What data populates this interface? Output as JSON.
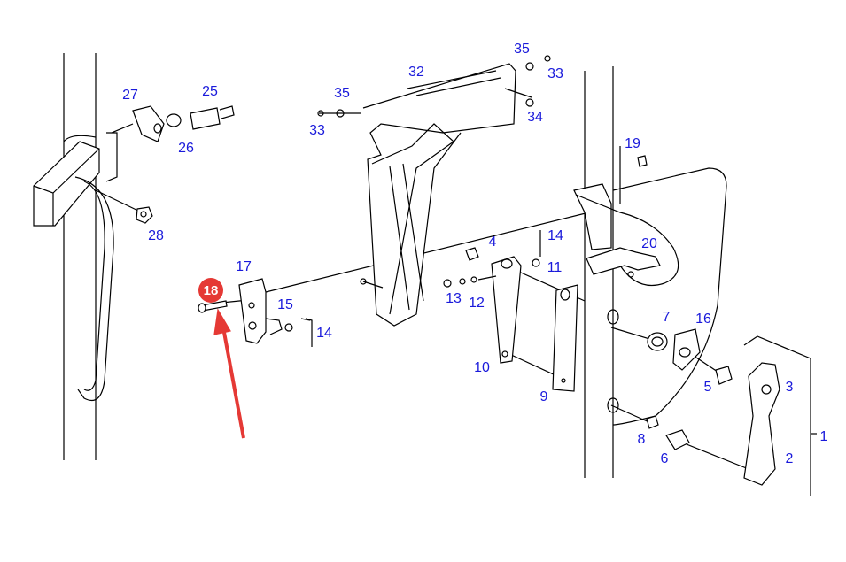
{
  "diagram": {
    "highlighted_part": "18",
    "highlight_color": "#e53935",
    "label_color": "#1a1adb",
    "labels": [
      "27",
      "25",
      "26",
      "28",
      "32",
      "35",
      "33",
      "35",
      "33",
      "34",
      "19",
      "17",
      "15",
      "14",
      "4",
      "14",
      "11",
      "13",
      "12",
      "20",
      "10",
      "9",
      "7",
      "16",
      "5",
      "3",
      "8",
      "6",
      "2",
      "1"
    ]
  }
}
